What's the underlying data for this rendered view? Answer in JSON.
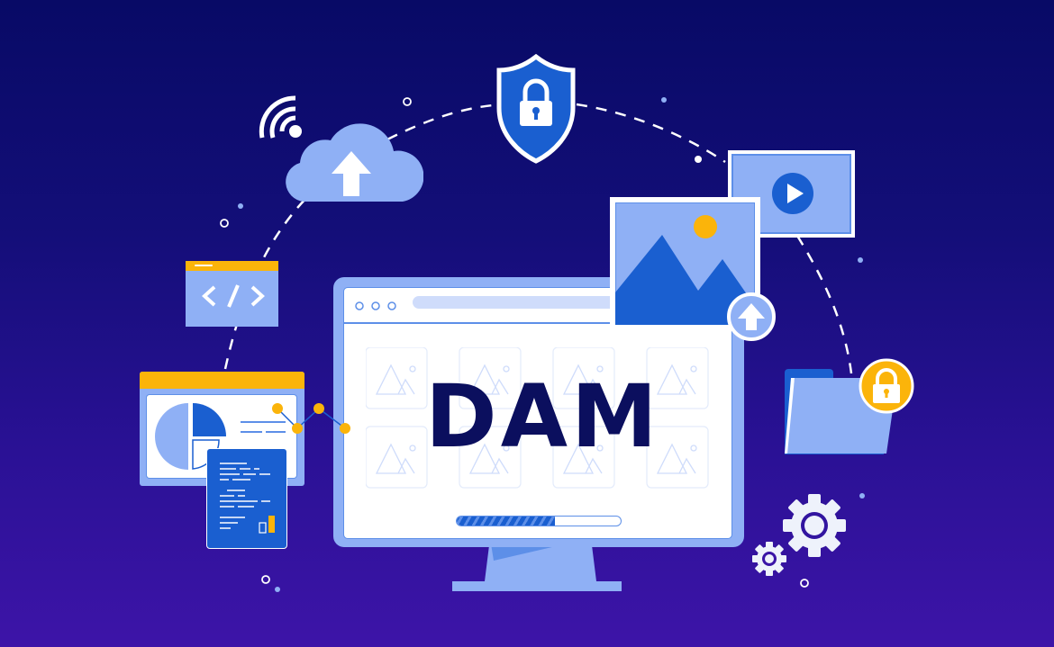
{
  "scene": {
    "title": "DAM",
    "colors": {
      "background_top": "#080a66",
      "background_bottom": "#3d14a8",
      "light_blue": "#8fb0f5",
      "mid_blue": "#1a5fd0",
      "accent_yellow": "#fbb40a",
      "white": "#ffffff",
      "navy_text": "#0b0f5e"
    }
  },
  "monitor": {
    "window_dots": 3,
    "thumbnail_grid": {
      "rows": 2,
      "cols": 4
    },
    "progress_percent": 60
  },
  "icons": [
    "wifi-icon",
    "cloud-upload-icon",
    "security-shield-lock-icon",
    "video-play-icon",
    "image-photo-icon",
    "upload-arrow-badge-icon",
    "code-window-icon",
    "analytics-dashboard-icon",
    "document-report-icon",
    "folder-icon",
    "padlock-badge-icon",
    "gear-large-icon",
    "gear-small-icon"
  ]
}
